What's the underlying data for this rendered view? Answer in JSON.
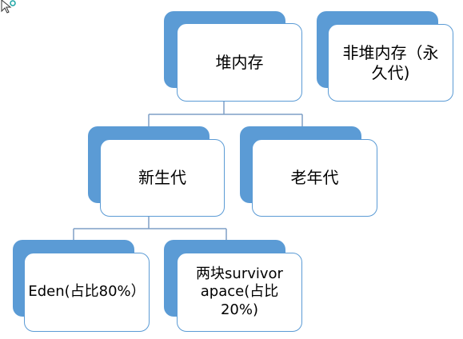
{
  "diagram": {
    "nodes": {
      "heap": "堆内存",
      "non_heap": "非堆内存（永久代)",
      "young_gen": "新生代",
      "old_gen": "老年代",
      "eden": "Eden(占比80%）",
      "survivor": "两块survivor apace(占比20%)"
    },
    "colors": {
      "accent": "#5b9bd5",
      "box_fill": "#ffffff",
      "text": "#000000"
    }
  }
}
